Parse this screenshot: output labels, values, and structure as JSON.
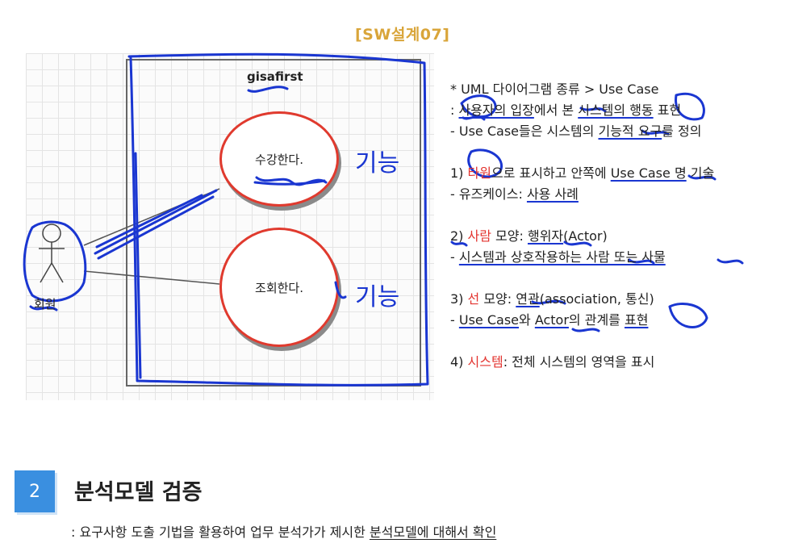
{
  "slide": {
    "title": "[SW설계07]"
  },
  "diagram": {
    "system_name": "gisafirst",
    "use_case_1": "수강한다.",
    "use_case_2": "조회한다.",
    "actor": "회원",
    "annotation_1": "기능",
    "annotation_2": "기능"
  },
  "notes": {
    "l1_a": "* UML 다이어그램 종류 > Use Case",
    "l2_a": ": ",
    "l2_b": "사용자의 입장",
    "l2_c": "에서 본 ",
    "l2_d": "시스템의 행동",
    "l2_e": " 표현",
    "l3_a": "- Use Case들은 시스템의 ",
    "l3_b": "기능적 요구",
    "l3_c": "를 정의",
    "l4_a": "1) ",
    "l4_b": "타원",
    "l4_c": "으로 표시하고 안쪽에 ",
    "l4_d": "Use Case 명",
    "l4_e": " 기술",
    "l5_a": "- 유즈케이스: ",
    "l5_b": "사용 사례",
    "l6_a": "2) ",
    "l6_b": "사람",
    "l6_c": " 모양: ",
    "l6_d": "행위자",
    "l6_e": "(Actor)",
    "l7_a": "- ",
    "l7_b": "시스템과 상호작용하는 사람 또는 사물",
    "l8_a": "3) ",
    "l8_b": "선",
    "l8_c": " 모양: ",
    "l8_d": "연관",
    "l8_e": "(association, 통신)",
    "l9_a": "- ",
    "l9_b": "Use Case",
    "l9_c": "와 ",
    "l9_d": "Actor",
    "l9_e": "의 관계를 ",
    "l9_f": "표현",
    "l10_a": "4) ",
    "l10_b": "시스템",
    "l10_c": ": 전체 시스템의 영역을 표시"
  },
  "section": {
    "number": "2",
    "title": "분석모델 검증",
    "desc_a": ": 요구사항 도출 기법을 활용하여 업무 분석가가 제시한 ",
    "desc_b": "분석모델에 대해서 확인"
  },
  "colors": {
    "title_gold": "#d9a53a",
    "red": "#e3342f",
    "pen_blue": "#1a36d1",
    "badge_blue": "#3a8fe0"
  }
}
